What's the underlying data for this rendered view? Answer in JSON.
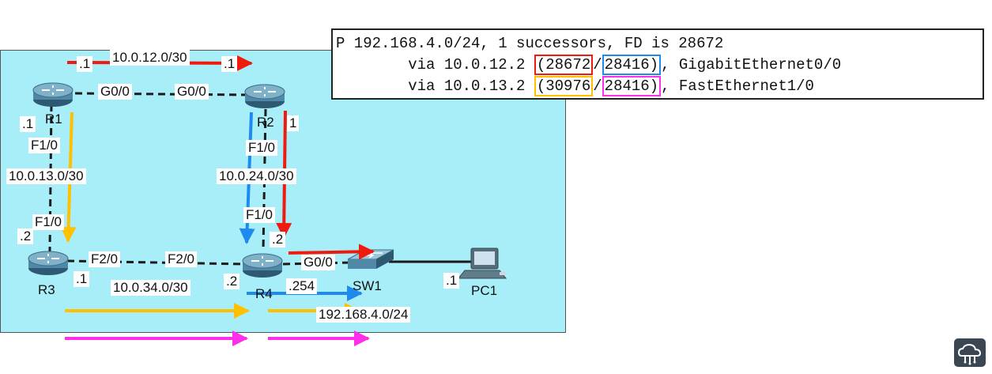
{
  "colors": {
    "panel_bg": "#a8eef8",
    "red": "#f01b0f",
    "yellow": "#ffc000",
    "blue": "#1e8af0",
    "magenta": "#ff2ee8",
    "link": "#1a1a1a",
    "router_body": "#4f89a7"
  },
  "routers": [
    {
      "name": "R1",
      "icon": "router-icon"
    },
    {
      "name": "R2",
      "icon": "router-icon"
    },
    {
      "name": "R3",
      "icon": "router-icon"
    },
    {
      "name": "R4",
      "icon": "router-icon"
    }
  ],
  "switch": {
    "name": "SW1",
    "icon": "switch-icon"
  },
  "pc": {
    "name": "PC1",
    "icon": "pc-icon"
  },
  "interfaces": {
    "r1_g00": "G0/0",
    "r2_g00": "G0/0",
    "r1_f10": "F1/0",
    "r3_f10": "F1/0",
    "r2_f10": "F1/0",
    "r4_f10": "F1/0",
    "r3_f20": "F2/0",
    "r4_f20": "F2/0",
    "r4_g00": "G0/0"
  },
  "host_ids": {
    "r1_12": ".1",
    "r2_12": ".1",
    "r1_13": ".1",
    "r3_13": ".2",
    "r2_24": "1",
    "r4_24": ".2",
    "r3_34": ".1",
    "r4_34": ".2",
    "r4_lan": ".254",
    "pc1": ".1"
  },
  "subnets": {
    "r1_r2": "10.0.12.0/30",
    "r1_r3": "10.0.13.0/30",
    "r2_r4": "10.0.24.0/30",
    "r3_r4": "10.0.34.0/30",
    "lan": "192.168.4.0/24"
  },
  "route_output": {
    "header": "P 192.168.4.0/24, 1 successors, FD is 28672",
    "entries": [
      {
        "prefix": "        via 10.0.12.2 ",
        "fd": "(28672",
        "sep": "/",
        "rd": "28416)",
        "suffix": ", GigabitEthernet0/0",
        "fd_color": "#f01b0f",
        "rd_color": "#1e8af0"
      },
      {
        "prefix": "        via 10.0.13.2 ",
        "fd": "(30976",
        "sep": "/",
        "rd": "28416)",
        "suffix": ", FastEthernet1/0",
        "fd_color": "#ffc000",
        "rd_color": "#ff2ee8"
      }
    ]
  },
  "logo": {
    "icon": "cloud-network-logo-icon"
  }
}
